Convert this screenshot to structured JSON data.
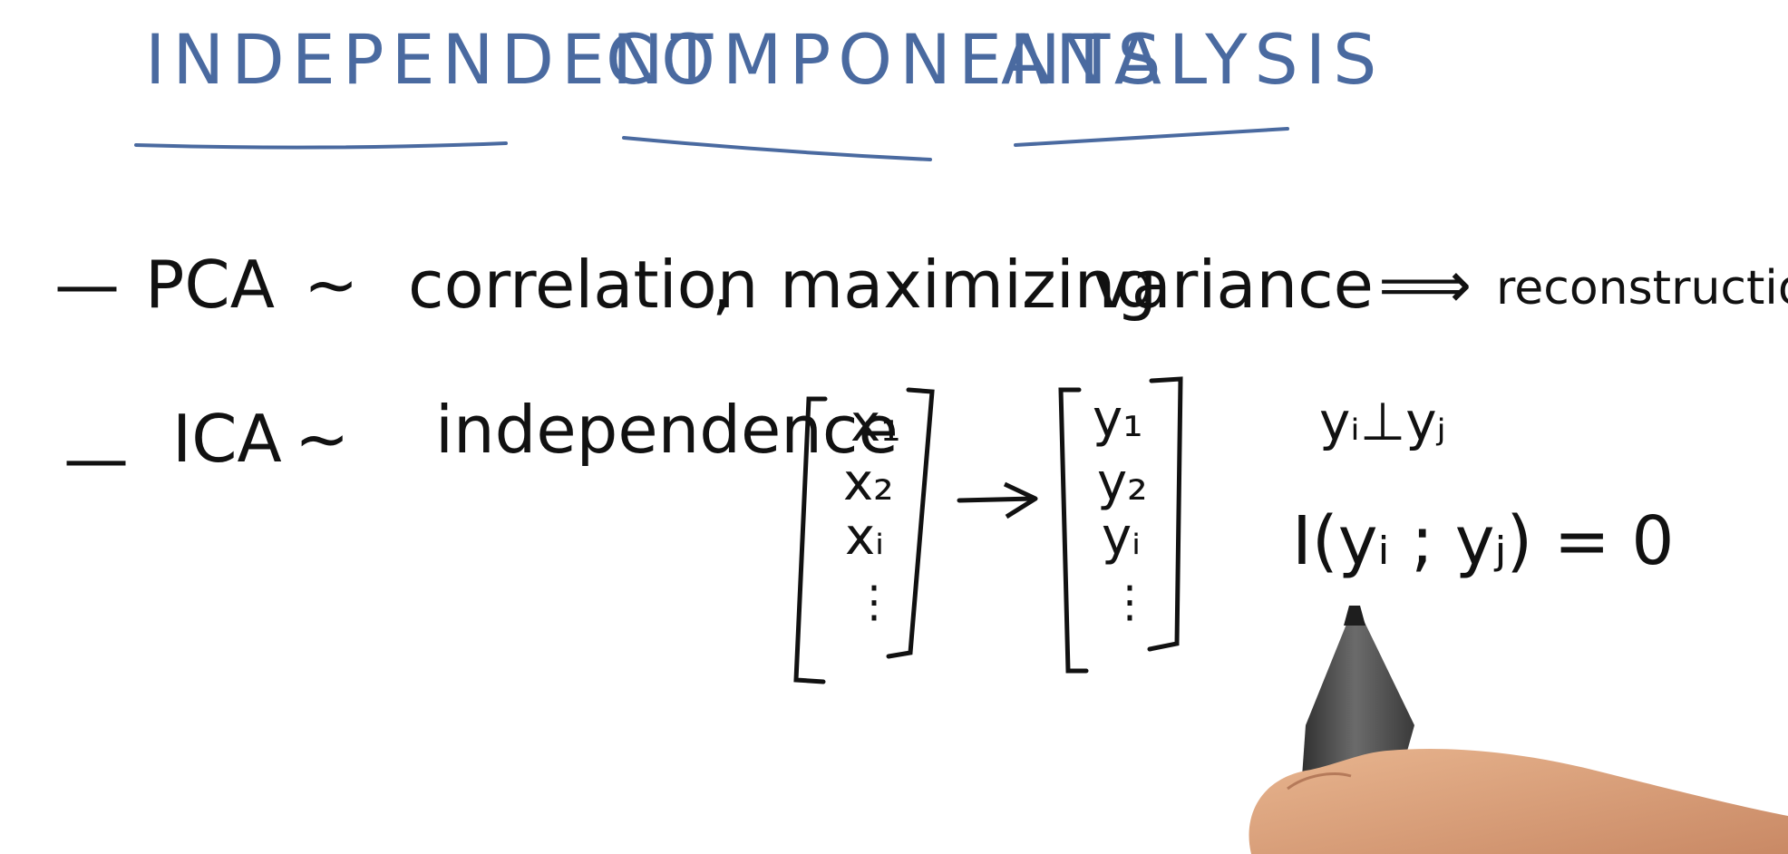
{
  "title": {
    "word1": "INDEPENDENT",
    "word2": "COMPONENTS",
    "word3": "ANALYSIS",
    "color": "#4a6aa0"
  },
  "lines": {
    "pca": {
      "bullet": "—",
      "label": "PCA",
      "tilde": "~",
      "term1": "correlation",
      "comma": ",",
      "term2": "maximizing",
      "term3": "variance",
      "implies": "⟹",
      "term4": "reconstruction"
    },
    "ica": {
      "bullet": "—",
      "label": "ICA",
      "tilde": "~",
      "term1": "independence"
    }
  },
  "vectors": {
    "x": [
      "x₁",
      "x₂",
      "xᵢ",
      "⋮"
    ],
    "y": [
      "y₁",
      "y₂",
      "yᵢ",
      "⋮"
    ],
    "arrow": "→"
  },
  "equations": {
    "independence": "yᵢ⊥yⱼ",
    "mutual_information": "I(yᵢ ; yⱼ) = 0"
  },
  "colors": {
    "ink": "#111111",
    "title_ink": "#4a6aa0",
    "board": "#ffffff"
  }
}
